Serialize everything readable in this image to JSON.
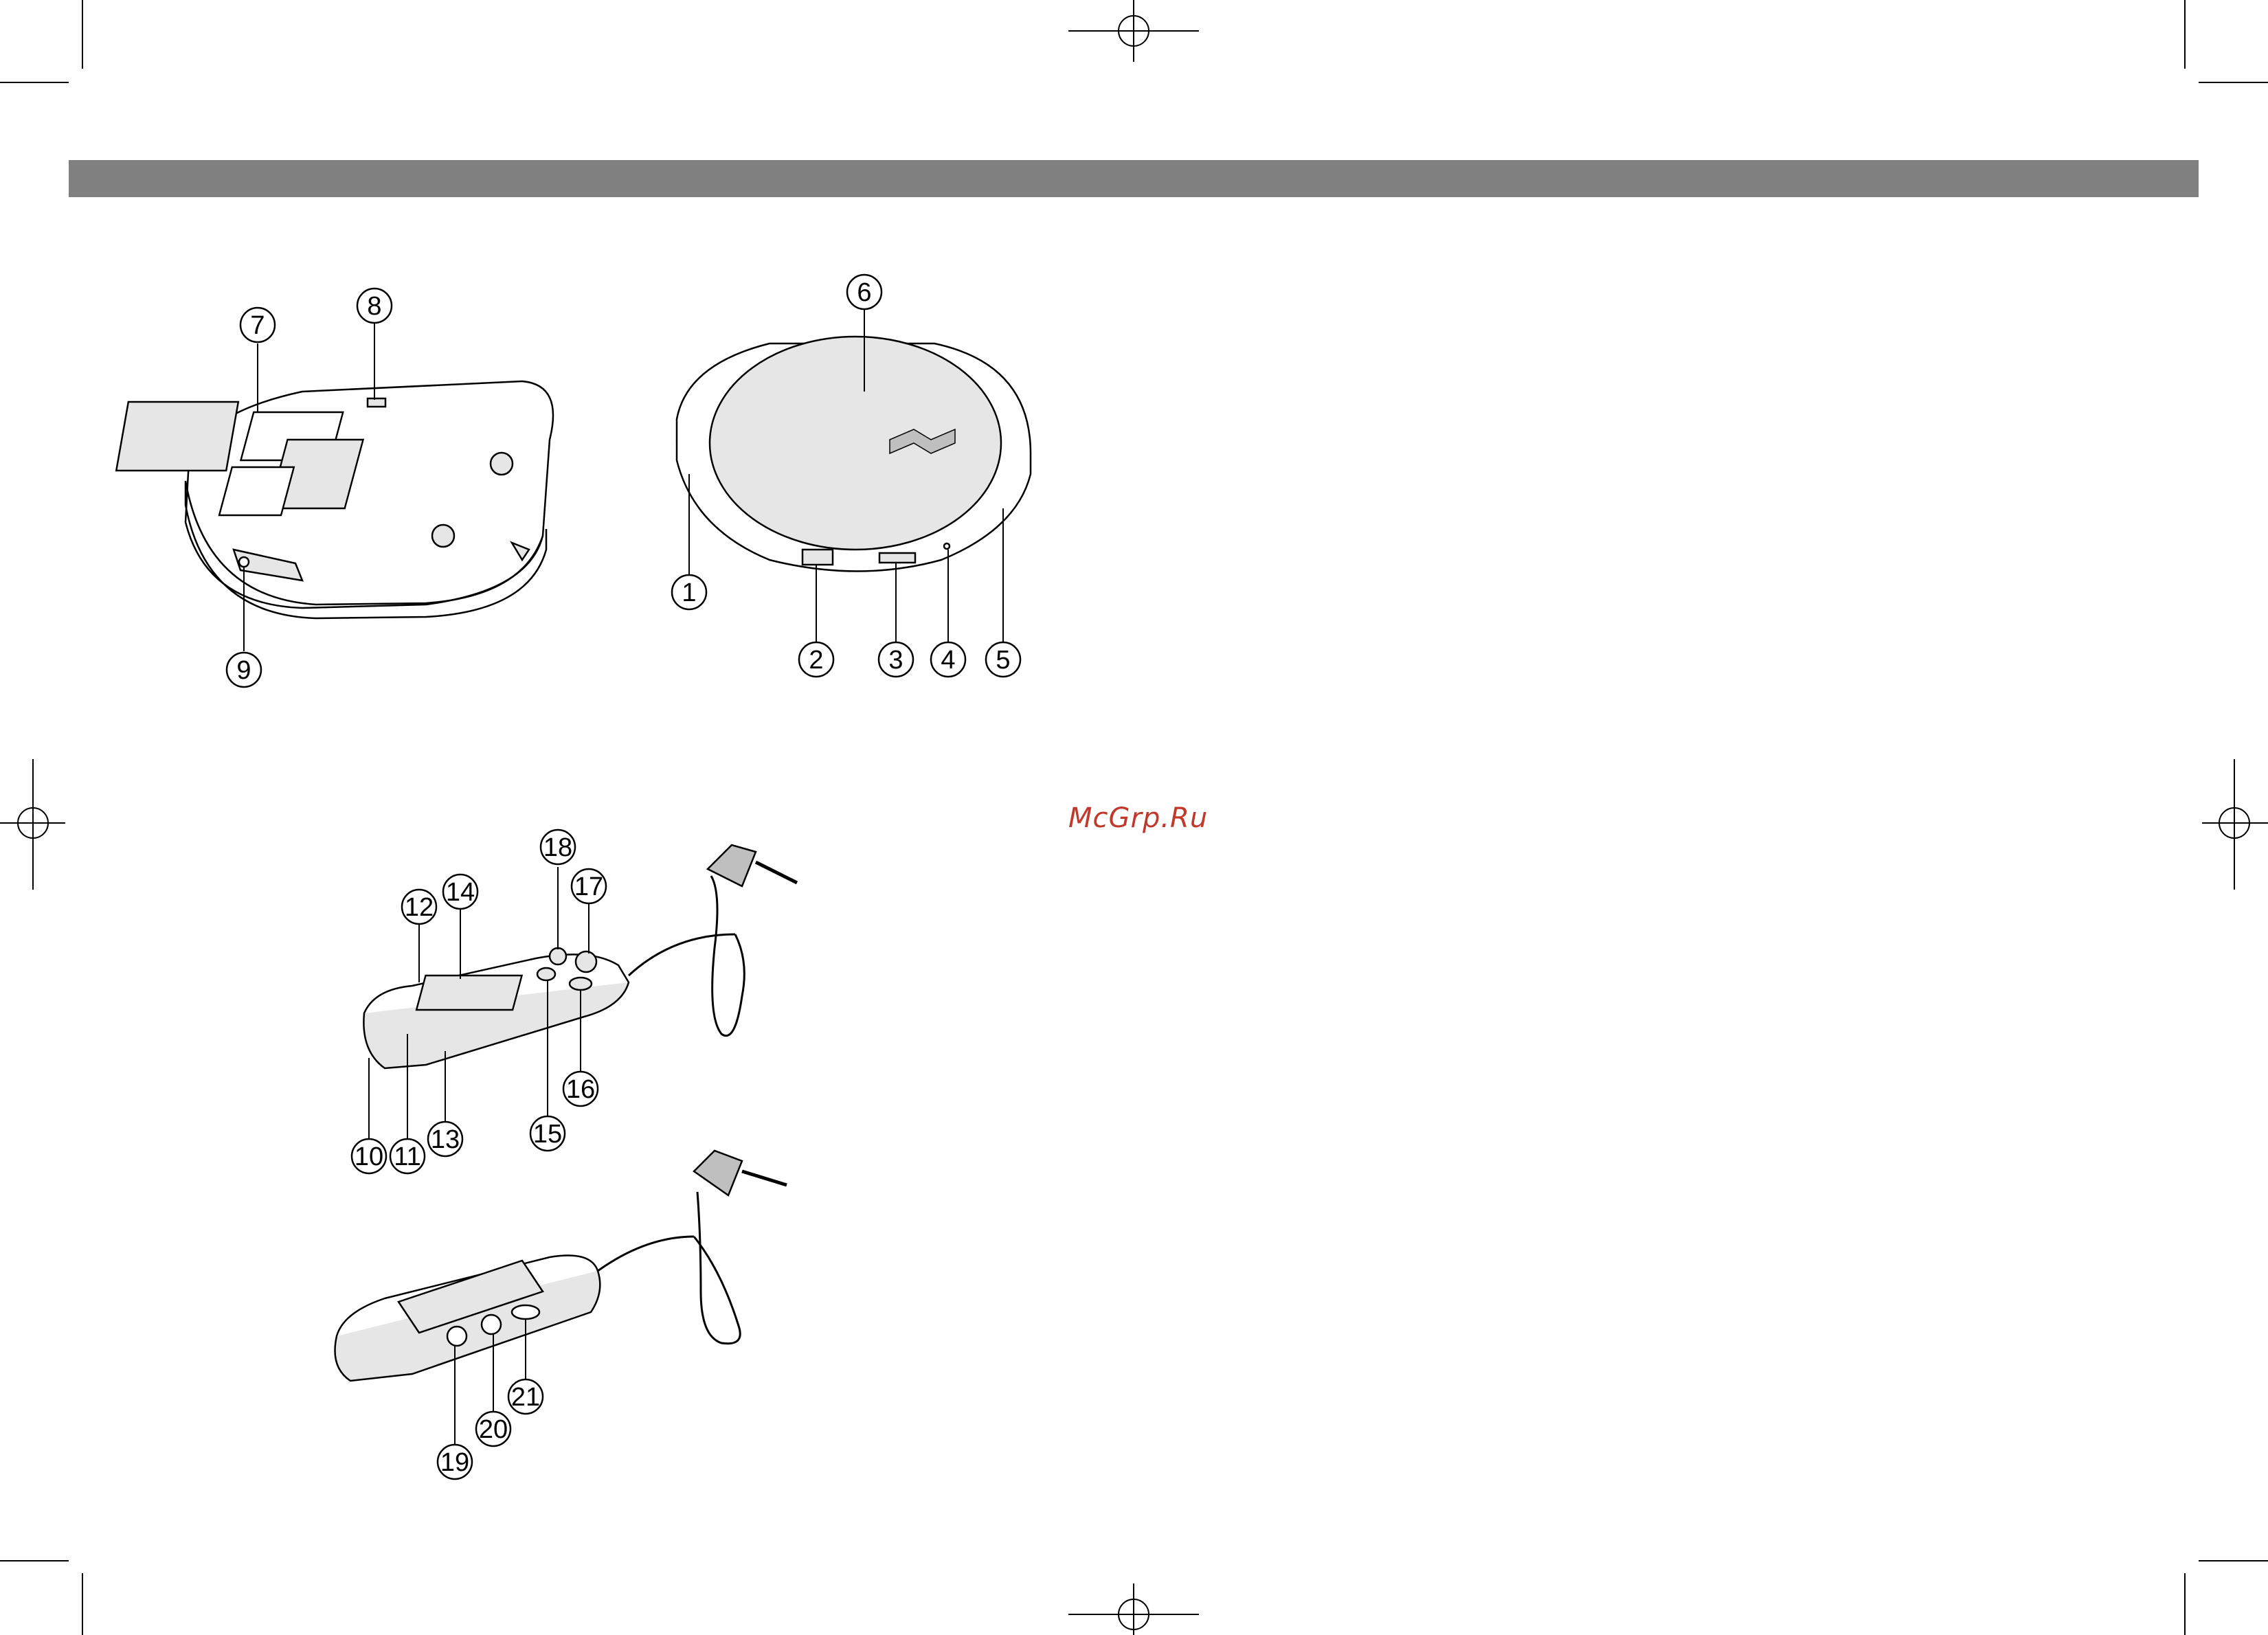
{
  "watermark": "McGrp.Ru",
  "callouts": [
    "1",
    "2",
    "3",
    "4",
    "5",
    "6",
    "7",
    "8",
    "9",
    "10",
    "11",
    "12",
    "13",
    "14",
    "15",
    "16",
    "17",
    "18",
    "19",
    "20",
    "21"
  ],
  "colors": {
    "header_bar": "#808080",
    "device_fill": "#e6e6e6",
    "line": "#000000",
    "watermark": "#c0392b"
  },
  "figures": {
    "player_bottom": {
      "callouts": [
        "7",
        "8",
        "9"
      ]
    },
    "player_top": {
      "callouts": [
        "1",
        "2",
        "3",
        "4",
        "5",
        "6"
      ]
    },
    "remote_front": {
      "callouts": [
        "10",
        "11",
        "12",
        "13",
        "14",
        "15",
        "16",
        "17",
        "18"
      ]
    },
    "remote_back": {
      "callouts": [
        "19",
        "20",
        "21"
      ]
    }
  }
}
